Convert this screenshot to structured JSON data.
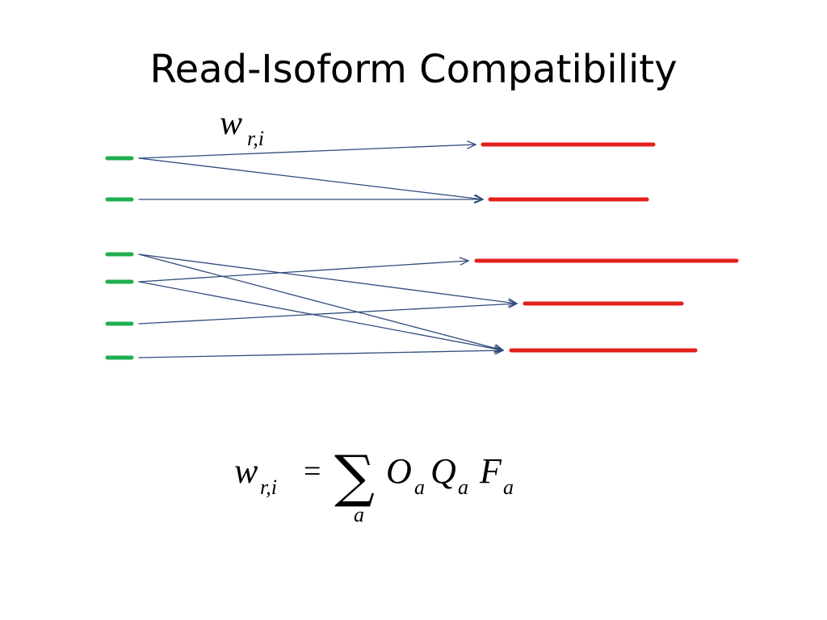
{
  "slide": {
    "title": "Read-Isoform Compatibility"
  },
  "weight_label": {
    "symbol": "w",
    "subscript": "r,i"
  },
  "formula": {
    "lhs_symbol": "w",
    "lhs_subscript": "r,i",
    "equals": "=",
    "sum": "∑",
    "sum_index": "a",
    "terms": [
      {
        "symbol": "O",
        "subscript": "a"
      },
      {
        "symbol": "Q",
        "subscript": "a"
      },
      {
        "symbol": "F",
        "subscript": "a"
      }
    ]
  },
  "colors": {
    "read": "#1fae4f",
    "isoform": "#e3201c",
    "arrow": "#2f4b7c"
  },
  "reads": [
    "r1",
    "r2",
    "r3",
    "r4",
    "r5",
    "r6"
  ],
  "isoforms": [
    "i1",
    "i2",
    "i3",
    "i4",
    "i5"
  ],
  "compatibility": [
    {
      "read": "r1",
      "isoform": "i1"
    },
    {
      "read": "r1",
      "isoform": "i2"
    },
    {
      "read": "r2",
      "isoform": "i2"
    },
    {
      "read": "r3",
      "isoform": "i4"
    },
    {
      "read": "r3",
      "isoform": "i5"
    },
    {
      "read": "r4",
      "isoform": "i3"
    },
    {
      "read": "r4",
      "isoform": "i5"
    },
    {
      "read": "r5",
      "isoform": "i4"
    },
    {
      "read": "r6",
      "isoform": "i5"
    }
  ]
}
